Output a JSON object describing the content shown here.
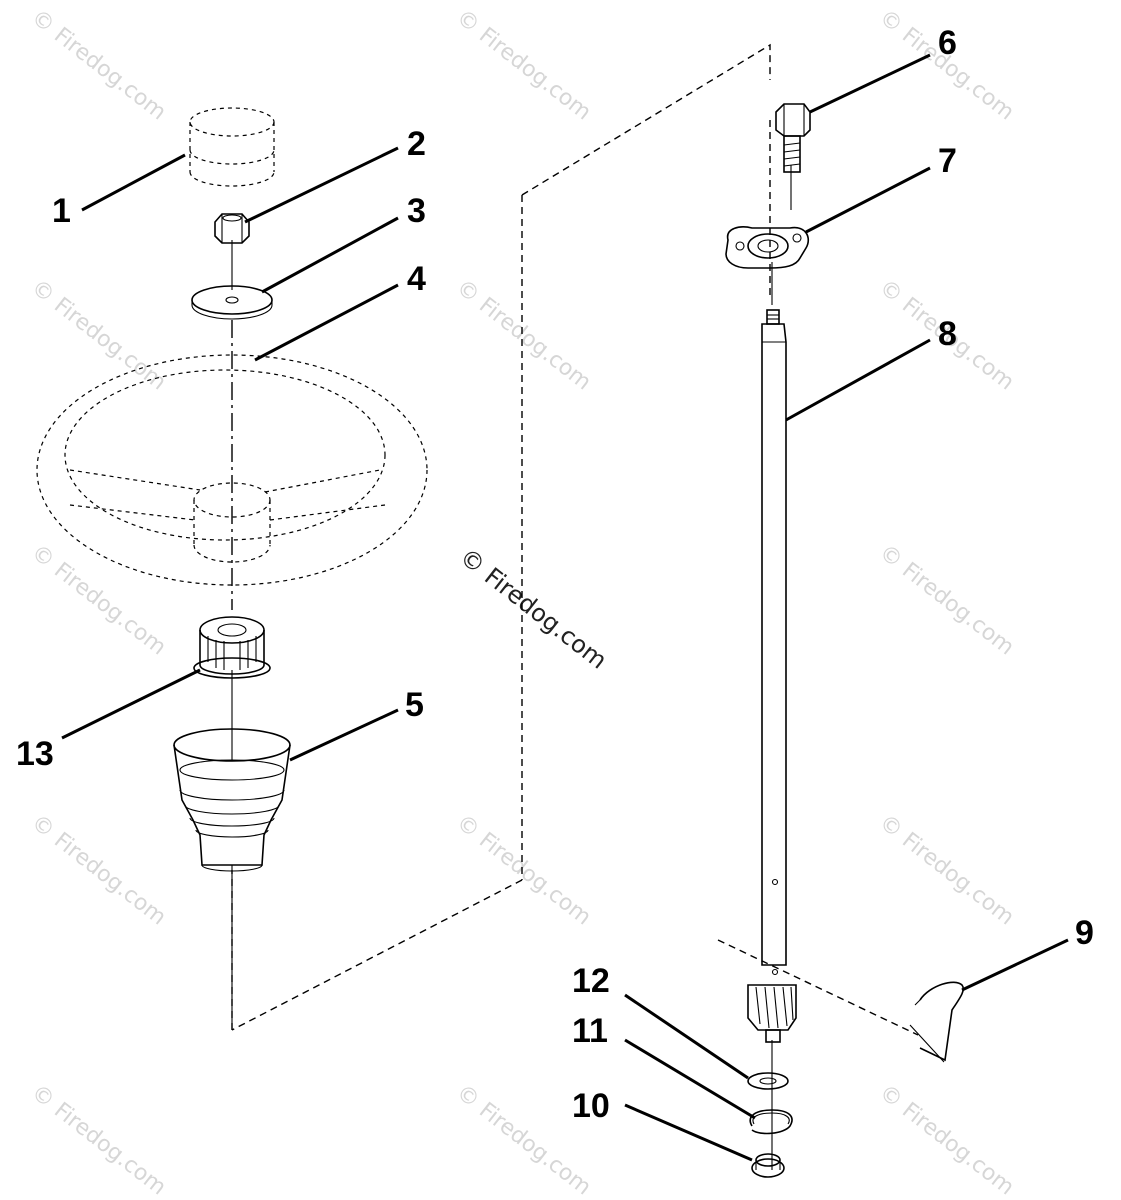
{
  "watermark": "© Firedog.com",
  "parts": [
    {
      "num": "1",
      "desc": "steering cap"
    },
    {
      "num": "2",
      "desc": "nut"
    },
    {
      "num": "3",
      "desc": "washer"
    },
    {
      "num": "4",
      "desc": "steering wheel"
    },
    {
      "num": "5",
      "desc": "bellows boot"
    },
    {
      "num": "6",
      "desc": "bolt"
    },
    {
      "num": "7",
      "desc": "flange bearing"
    },
    {
      "num": "8",
      "desc": "steering shaft"
    },
    {
      "num": "9",
      "desc": "hair pin clip"
    },
    {
      "num": "10",
      "desc": "bushing"
    },
    {
      "num": "11",
      "desc": "retaining ring"
    },
    {
      "num": "12",
      "desc": "flat washer"
    },
    {
      "num": "13",
      "desc": "adapter hub"
    }
  ]
}
